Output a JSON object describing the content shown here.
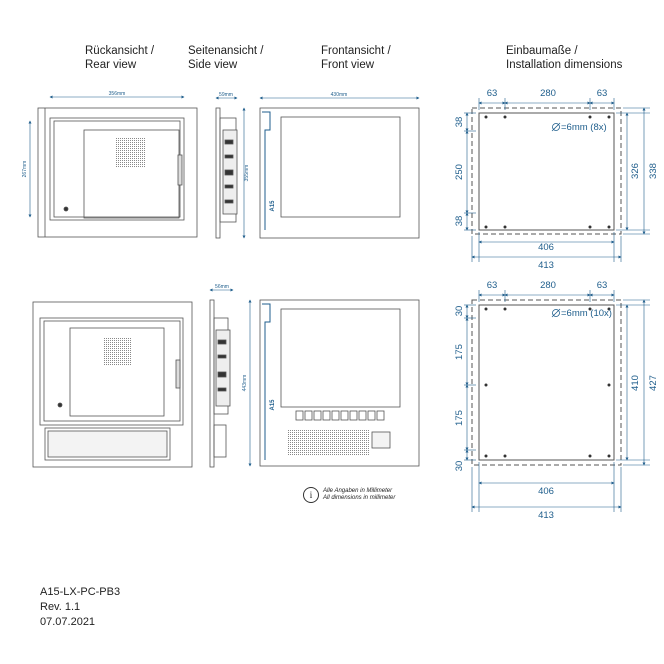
{
  "headers": {
    "rear": [
      "Rückansicht /",
      "Rear view"
    ],
    "side": [
      "Seitenansicht /",
      "Side view"
    ],
    "front": [
      "Frontansicht /",
      "Front view"
    ],
    "install": [
      "Einbaumaße /",
      "Installation dimensions"
    ]
  },
  "small_dims": {
    "rear_top_width": "356mm",
    "rear_left_height": "267mm",
    "side_top_depth": "59mm",
    "side_height": "355mm",
    "front_top_width": "430mm",
    "rear2_side_depth": "56mm",
    "front2_height": "443mm"
  },
  "brand_label": "A15",
  "install_top": {
    "top_dims": [
      "63",
      "280",
      "63"
    ],
    "hole_note": "=6mm (8x)",
    "left_dims": [
      "38",
      "250",
      "38"
    ],
    "right_dims": [
      "326",
      "338"
    ],
    "bottom_dims": [
      "406",
      "413"
    ]
  },
  "install_bottom": {
    "top_dims": [
      "63",
      "280",
      "63"
    ],
    "hole_note": "=6mm (10x)",
    "left_dims": [
      "30",
      "175",
      "175",
      "30"
    ],
    "right_dims": [
      "410",
      "427"
    ],
    "bottom_dims": [
      "406",
      "413"
    ]
  },
  "note": {
    "icon": "info-icon",
    "line1": "Alle Angaben in Millimeter",
    "line2": "All dimensions in millimeter"
  },
  "footer": {
    "model": "A15-LX-PC-PB3",
    "revision": "Rev. 1.1",
    "date": "07.07.2021"
  },
  "colors": {
    "dimension": "#1f5e8c",
    "outline": "#555555",
    "accent": "#1f5e8c"
  }
}
